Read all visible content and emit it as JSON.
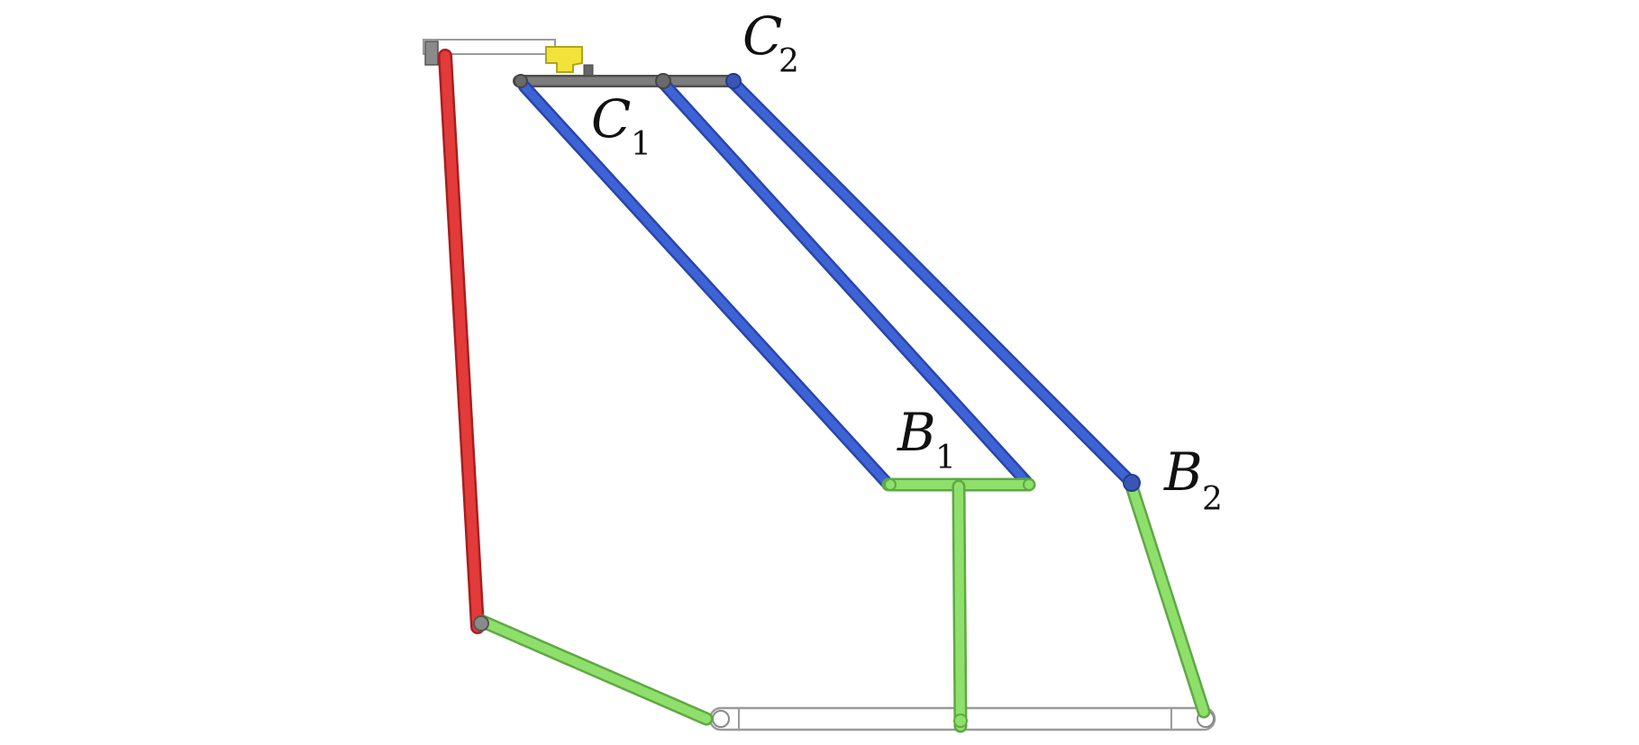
{
  "labels": {
    "c1": {
      "letter": "C",
      "sub": "1"
    },
    "c2": {
      "letter": "C",
      "sub": "2"
    },
    "b1": {
      "letter": "B",
      "sub": "1"
    },
    "b2": {
      "letter": "B",
      "sub": "2"
    }
  },
  "colors": {
    "blue_link": "#3d63d6",
    "blue_edge": "#2846a8",
    "red_link": "#e33a3a",
    "red_edge": "#a81f1f",
    "green_link": "#8ee06b",
    "green_edge": "#5fa844",
    "gray_link": "#7d7d7d",
    "gray_edge": "#4f4f4f",
    "yellow_part": "#f2e23a",
    "base_outline": "#9a9a9a",
    "base_fill": "#ffffff"
  }
}
